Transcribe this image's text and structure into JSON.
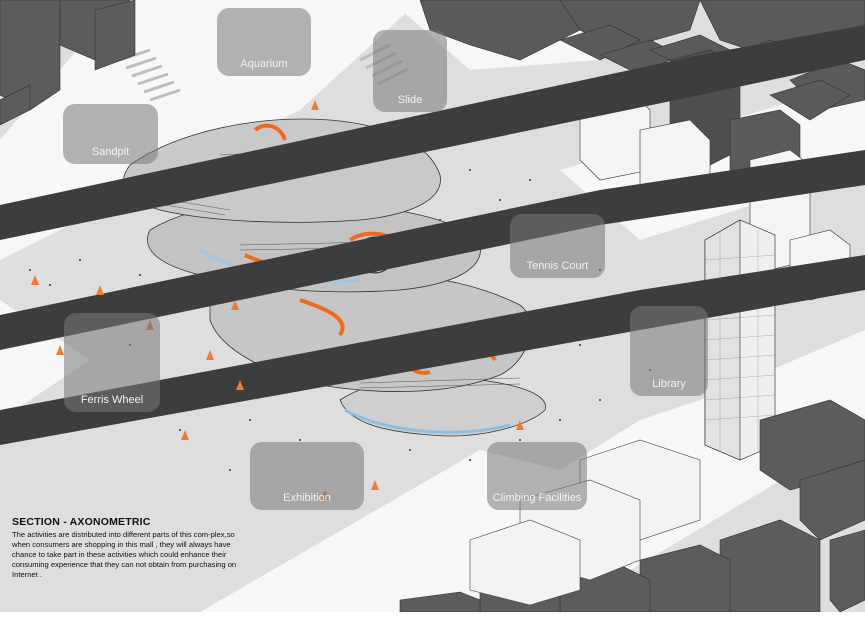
{
  "labels": {
    "aquarium": "Aquarium",
    "slide": "Slide",
    "sandpit": "Sandpit",
    "tennis_court": "Tennis Court",
    "ferris_wheel": "Ferris Wheel",
    "library": "Library",
    "exhibition": "Exhibition",
    "climbing": "Climbing Facilities"
  },
  "caption": {
    "title": "SECTION - AXONOMETRIC",
    "text": "The activities are distributed into different parts of this com-plex,so when consumers are shopping in this mall , they will always have chance to take part in these activities which could enhance their consuming experience that they can not obtain from purchasing on Internet ."
  },
  "colors": {
    "ground": "#dcdcdc",
    "road": "#ffffff",
    "tube": "#3d3d3d",
    "building": "#5a5a5a",
    "building_top": "#7a7a7a",
    "accent_orange": "#ef6a1f",
    "accent_blue": "#9cc7e6",
    "floor": "#c9c9c9",
    "label_bg": "#8a8a8a"
  }
}
